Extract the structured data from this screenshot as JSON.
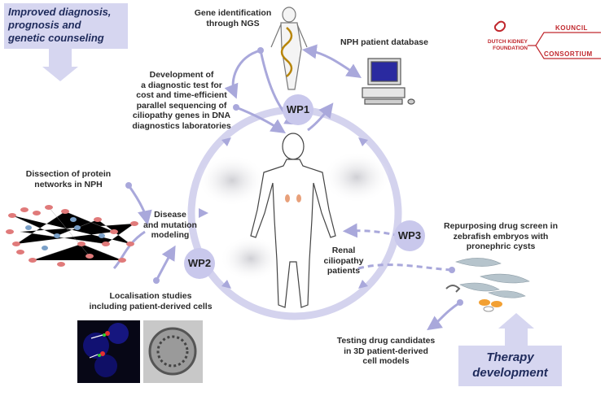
{
  "callouts": {
    "top_left": [
      "Improved diagnosis,",
      "prognosis and",
      "genetic counseling"
    ],
    "bottom_right": [
      "Therapy",
      "development"
    ]
  },
  "logo": {
    "left_lines": [
      "DUTCH KIDNEY",
      "FOUNDATION"
    ],
    "top_word": "KOUNCIL",
    "bottom_word": "CONSORTIUM",
    "color": "#c0272d"
  },
  "labels": {
    "gene_id": [
      "Gene identification",
      "through NGS"
    ],
    "database": "NPH patient database",
    "diagnostic_test": [
      "Development of",
      "a diagnostic test for",
      "cost and time-efficient",
      "parallel sequencing of",
      "ciliopathy genes in DNA",
      "diagnostics laboratories"
    ],
    "protein_networks": [
      "Dissection of protein",
      "networks in NPH"
    ],
    "disease_modeling": [
      "Disease",
      "and mutation",
      "modeling"
    ],
    "localisation": [
      "Localisation studies",
      "including patient-derived cells"
    ],
    "renal_patients": [
      "Renal",
      "ciliopathy",
      "patients"
    ],
    "drug_screen": [
      "Repurposing drug screen in",
      "zebrafish embryos with",
      "pronephric cysts"
    ],
    "drug_testing": [
      "Testing drug candidates",
      "in 3D patient-derived",
      "cell models"
    ]
  },
  "work_packages": {
    "wp1": "WP1",
    "wp2": "WP2",
    "wp3": "WP3"
  },
  "colors": {
    "accent": "#a9a8db",
    "callout_fill": "#d6d6f0",
    "callout_text": "#1f2b5c",
    "circle": "#d4d3ee"
  }
}
